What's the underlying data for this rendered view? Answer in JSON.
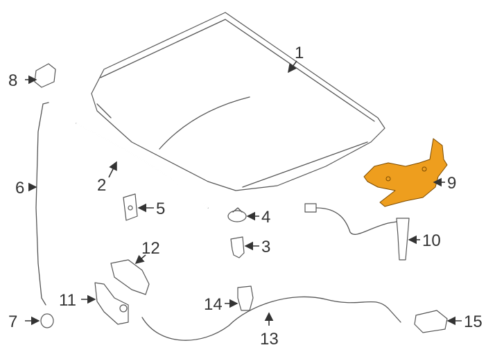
{
  "diagram": {
    "accent_color": "#EE9E1E",
    "highlighted_part": "9",
    "callouts": [
      {
        "id": "1",
        "label": "1"
      },
      {
        "id": "2",
        "label": "2"
      },
      {
        "id": "3",
        "label": "3"
      },
      {
        "id": "4",
        "label": "4"
      },
      {
        "id": "5",
        "label": "5"
      },
      {
        "id": "6",
        "label": "6"
      },
      {
        "id": "7",
        "label": "7"
      },
      {
        "id": "8",
        "label": "8"
      },
      {
        "id": "9",
        "label": "9"
      },
      {
        "id": "10",
        "label": "10"
      },
      {
        "id": "11",
        "label": "11"
      },
      {
        "id": "12",
        "label": "12"
      },
      {
        "id": "13",
        "label": "13"
      },
      {
        "id": "14",
        "label": "14"
      },
      {
        "id": "15",
        "label": "15"
      }
    ]
  }
}
